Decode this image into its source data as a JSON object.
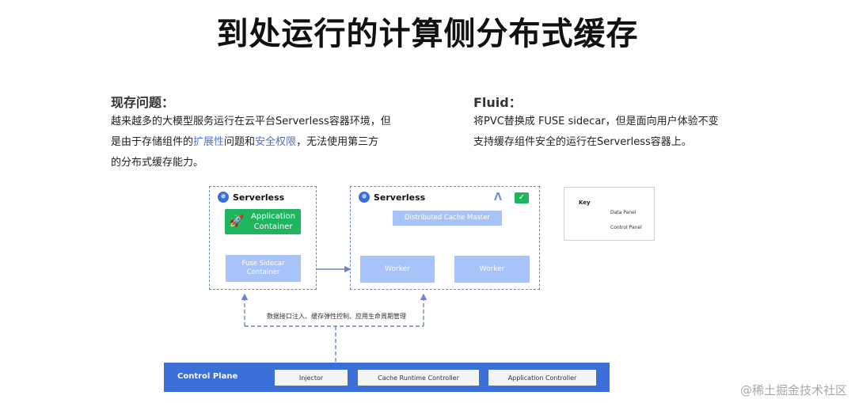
{
  "title": "到处运行的计算侧分布式缓存",
  "problem": {
    "heading": "现存问题：",
    "line1": "越来越多的大模型服务运行在云平台Serverless容器环境，但",
    "line2_a": "是由于存储组件的",
    "line2_hl1": "扩展性",
    "line2_b": "问题和",
    "line2_hl2": "安全权限",
    "line2_c": "，无法使用第三方",
    "line3": "的分布式缓存能力。"
  },
  "fluid": {
    "heading": "Fluid：",
    "line1": "将PVC替换成 FUSE sidecar，但是面向用户体验不变",
    "line2": "支持缓存组件安全的运行在Serverless容器上。"
  },
  "diagram": {
    "left_box_label": "Serverless",
    "app_container": "Application\nContainer",
    "fuse_sidecar": "Fuse Sidecar\nContainer",
    "right_box_label": "Serverless",
    "cache_master": "Distributed Cache Master",
    "worker_left": "Worker",
    "worker_right": "Worker",
    "connector_label": "数据接口注入、缓存弹性控制、应用生命周期管理",
    "key": {
      "title": "Key",
      "data_panel": "Data Panel",
      "control_panel": "Control Panel"
    },
    "control_plane": {
      "title": "Control Plane",
      "buttons": [
        "Injector",
        "Cache Runtime Controller",
        "Application Controller"
      ]
    },
    "icons": {
      "k8s": "kubernetes-icon",
      "rocket": "rocket-icon",
      "fluid_logo": "fluid-logo-icon",
      "check_logo": "check-logo-icon"
    },
    "colors": {
      "accent_blue": "#3d6fd8",
      "light_blue": "#a8c3f7",
      "green": "#1fb45f",
      "highlight_text": "#4f6fd8"
    }
  },
  "watermark": "@稀土掘金技术社区"
}
